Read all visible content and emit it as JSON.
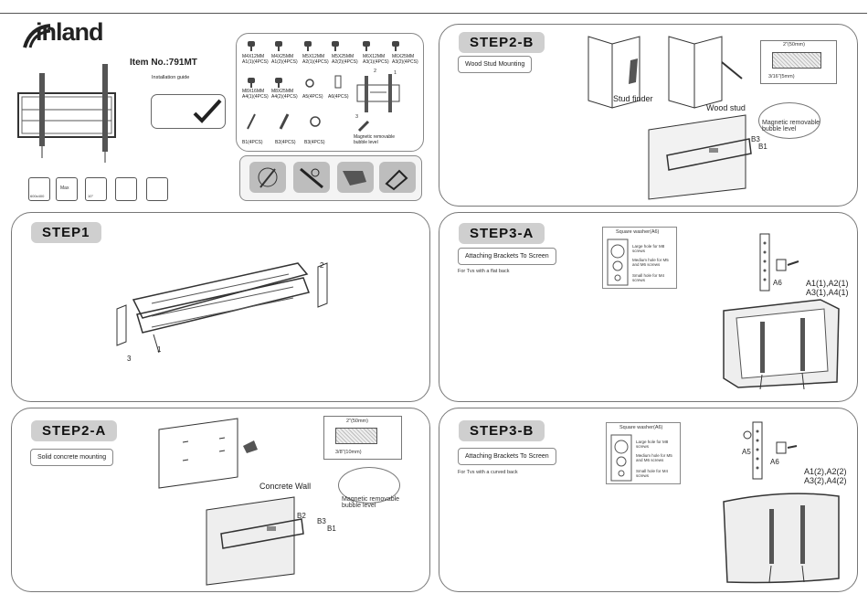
{
  "brand": {
    "name": "inland"
  },
  "cover": {
    "item_no": "Item No.:791MT",
    "installation_guide": "Installation guide",
    "spec_icons": [
      {
        "name": "vesa-icon",
        "text": "600x400"
      },
      {
        "name": "max-load-icon",
        "text": "Max"
      },
      {
        "name": "tilt-icon",
        "text": "10°"
      },
      {
        "name": "depth-icon",
        "text": ""
      },
      {
        "name": "tools-icon",
        "text": ""
      }
    ]
  },
  "parts": {
    "screws_row1": [
      {
        "spec": "M4X12MM",
        "code": "A1(1)(4PCS)"
      },
      {
        "spec": "M4X25MM",
        "code": "A1(2)(4PCS)"
      },
      {
        "spec": "M5X12MM",
        "code": "A2(1)(4PCS)"
      },
      {
        "spec": "M5X25MM",
        "code": "A2(2)(4PCS)"
      },
      {
        "spec": "M6X12MM",
        "code": "A3(1)(4PCS)"
      },
      {
        "spec": "M6X25MM",
        "code": "A3(2)(4PCS)"
      }
    ],
    "screws_row2": [
      {
        "spec": "M8X16MM",
        "code": "A4(1)(4PCS)"
      },
      {
        "spec": "M8X25MM",
        "code": "A4(2)(4PCS)"
      },
      {
        "spec": "",
        "code": "A5(4PCS)"
      },
      {
        "spec": "",
        "code": "A6(4PCS)"
      }
    ],
    "row3": [
      "B1(4PCS)",
      "B2(4PCS)",
      "B3(4PCS)"
    ],
    "bubble_level": "Magnetic removable bubble level",
    "callouts": [
      "1",
      "2",
      "3"
    ]
  },
  "tools": [
    "drill-icon",
    "screwdriver-icon",
    "stud-finder-icon",
    "level-icon"
  ],
  "step1": {
    "title": "STEP1",
    "callouts": [
      "1",
      "2",
      "3"
    ]
  },
  "step2a": {
    "title": "STEP2-A",
    "note": "Solid concrete mounting",
    "dim_top": "2\"(50mm)",
    "dim_side": "3/8\"(10mm)",
    "wall_label": "Concrete Wall",
    "level_label": "Magnetic removable bubble level",
    "b2": "B2",
    "b3": "B3",
    "b1": "B1"
  },
  "step2b": {
    "title": "STEP2-B",
    "note": "Wood Stud Mounting",
    "stud_finder": "Stud finder",
    "wood_stud": "Wood stud",
    "dim_top": "2\"(50mm)",
    "dim_side": "3/16\"(5mm)",
    "level_label": "Magnetic removable bubble level",
    "b3": "B3",
    "b1": "B1"
  },
  "step3a": {
    "title": "STEP3-A",
    "note": "Attaching Brackets To Screen",
    "sub": "For Tvs with a flat back",
    "washer_title": "Square washer(A6)",
    "washer_large": "Large hole for M8 screws",
    "washer_medium": "Medium hole for M5 and M6 screws",
    "washer_small": "Small hole for M4 screws",
    "a6": "A6",
    "screws_line1": "A1(1),A2(1)",
    "screws_line2": "A3(1),A4(1)"
  },
  "step3b": {
    "title": "STEP3-B",
    "note": "Attaching Brackets To Screen",
    "sub": "For Tvs with a curved back",
    "washer_title": "Square washer(A6)",
    "washer_large": "Large hole for M8 screws",
    "washer_medium": "Medium hole for M5 and M6 screws",
    "washer_small": "Small hole for M4 screws",
    "a5": "A5",
    "a6": "A6",
    "screws_line1": "A1(2),A2(2)",
    "screws_line2": "A3(2),A4(2)"
  }
}
